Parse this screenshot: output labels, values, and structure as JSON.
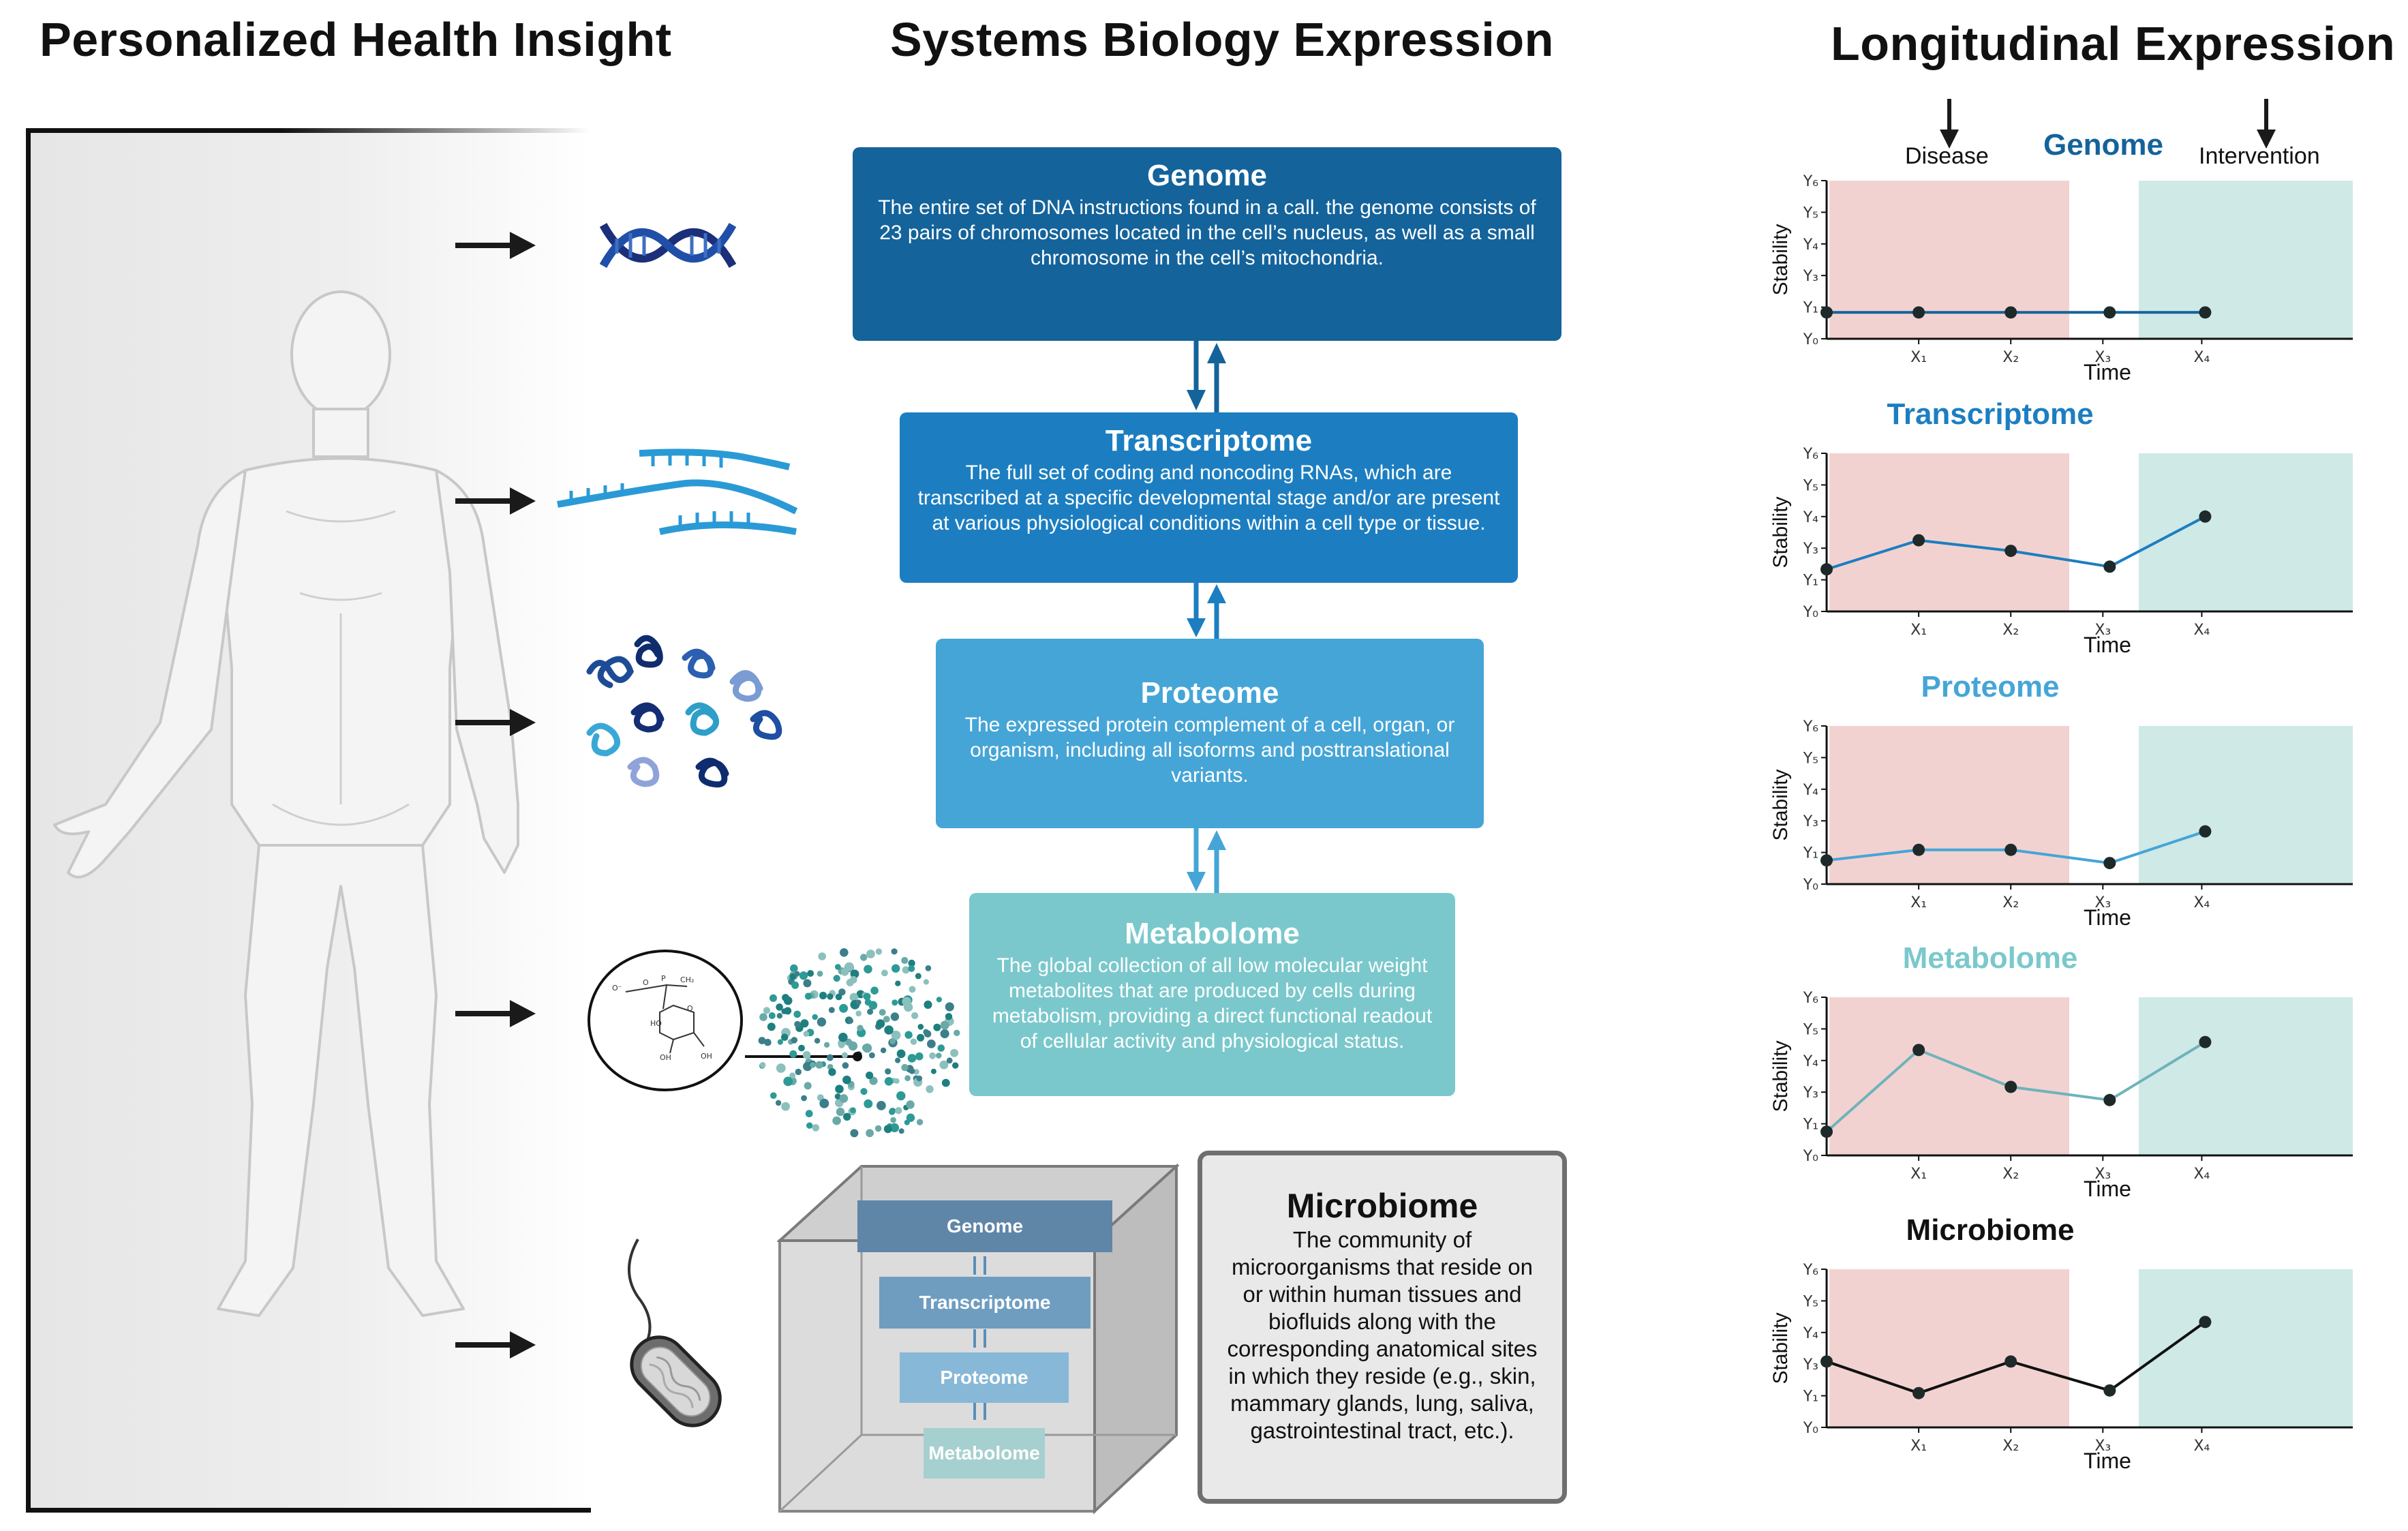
{
  "columns": {
    "left_title": "Personalized Health Insight",
    "middle_title": "Systems Biology Expression",
    "right_title": "Longitudinal Expression"
  },
  "omics": [
    {
      "key": "genome",
      "title": "Genome",
      "color": "#14639b",
      "description": "The entire set of DNA instructions found in a call. the genome consists of 23 pairs of chromosomes located in the cell’s nucleus, as well as a small chromosome in the cell’s mitochondria."
    },
    {
      "key": "transcriptome",
      "title": "Transcriptome",
      "color": "#1c7ec1",
      "description": "The full set of coding and noncoding RNAs, which are transcribed at a specific developmental stage and/or are present at various physiological conditions within a cell type or tissue."
    },
    {
      "key": "proteome",
      "title": "Proteome",
      "color": "#45a5d7",
      "description": "The expressed protein complement of a cell, organ, or organism, including all isoforms and posttranslational variants."
    },
    {
      "key": "metabolome",
      "title": "Metabolome",
      "color": "#7ac8cc",
      "description": "The global collection of all low molecular weight metabolites that are produced by cells during metabolism, providing a direct functional readout of cellular activity and physiological status."
    }
  ],
  "microbiome": {
    "title": "Microbiome",
    "description": "The community of microorganisms that reside on or within human tissues and biofluids along with the corresponding anatomical sites in which they reside (e.g., skin, mammary glands, lung, saliva, gastrointestinal tract, etc.)."
  },
  "cube": {
    "layers": [
      "Genome",
      "Transcriptome",
      "Proteome",
      "Metabolome"
    ]
  },
  "icons": [
    "dna-helix-icon",
    "rna-strand-icon",
    "protein-cluster-icon",
    "metabolite-molecule-icon",
    "bacterium-icon",
    "human-body-icon"
  ],
  "events": {
    "disease": "Disease",
    "intervention": "Intervention"
  },
  "colors": {
    "disease_region": "#f2d2d0",
    "intervention_region": "#cfe9e6",
    "arrow": "#1a1a1a"
  },
  "chart_data": [
    {
      "type": "line",
      "title": "Genome",
      "title_color": "#14639b",
      "line_color": "#14639b",
      "xlabel": "Time",
      "ylabel": "Stability",
      "xticks": [
        "X₁",
        "X₂",
        "X₃",
        "X₄"
      ],
      "yticks": [
        "Y₀",
        "Y₁",
        "Y₃",
        "Y₄",
        "Y₅",
        "Y₆"
      ],
      "x": [
        0,
        1,
        2,
        3,
        4
      ],
      "y": [
        1,
        1,
        1,
        1,
        1
      ],
      "ylim": [
        0,
        6
      ]
    },
    {
      "type": "line",
      "title": "Transcriptome",
      "title_color": "#1c7ec1",
      "line_color": "#1c7ec1",
      "xlabel": "Time",
      "ylabel": "Stability",
      "xticks": [
        "X₁",
        "X₂",
        "X₃",
        "X₄"
      ],
      "yticks": [
        "Y₀",
        "Y₁",
        "Y₃",
        "Y₄",
        "Y₅",
        "Y₆"
      ],
      "x": [
        0,
        1,
        2,
        3,
        4
      ],
      "y": [
        1.6,
        2.7,
        2.3,
        1.7,
        3.6
      ],
      "ylim": [
        0,
        6
      ]
    },
    {
      "type": "line",
      "title": "Proteome",
      "title_color": "#45a5d7",
      "line_color": "#45a5d7",
      "xlabel": "Time",
      "ylabel": "Stability",
      "xticks": [
        "X₁",
        "X₂",
        "X₃",
        "X₄"
      ],
      "yticks": [
        "Y₀",
        "Y₁",
        "Y₃",
        "Y₄",
        "Y₅",
        "Y₆"
      ],
      "x": [
        0,
        1,
        2,
        3,
        4
      ],
      "y": [
        0.9,
        1.3,
        1.3,
        0.8,
        2.0
      ],
      "ylim": [
        0,
        6
      ]
    },
    {
      "type": "line",
      "title": "Metabolome",
      "title_color": "#7ac8cc",
      "line_color": "#6fb3bb",
      "xlabel": "Time",
      "ylabel": "Stability",
      "xticks": [
        "X₁",
        "X₂",
        "X₃",
        "X₄"
      ],
      "yticks": [
        "Y₀",
        "Y₁",
        "Y₃",
        "Y₄",
        "Y₅",
        "Y₆"
      ],
      "x": [
        0,
        1,
        2,
        3,
        4
      ],
      "y": [
        0.9,
        4.0,
        2.6,
        2.1,
        4.3
      ],
      "ylim": [
        0,
        6
      ]
    },
    {
      "type": "line",
      "title": "Microbiome",
      "title_color": "#111111",
      "line_color": "#111111",
      "xlabel": "Time",
      "ylabel": "Stability",
      "xticks": [
        "X₁",
        "X₂",
        "X₃",
        "X₄"
      ],
      "yticks": [
        "Y₀",
        "Y₁",
        "Y₃",
        "Y₄",
        "Y₅",
        "Y₆"
      ],
      "x": [
        0,
        1,
        2,
        3,
        4
      ],
      "y": [
        2.5,
        1.3,
        2.5,
        1.4,
        4.0
      ],
      "ylim": [
        0,
        6
      ]
    }
  ]
}
